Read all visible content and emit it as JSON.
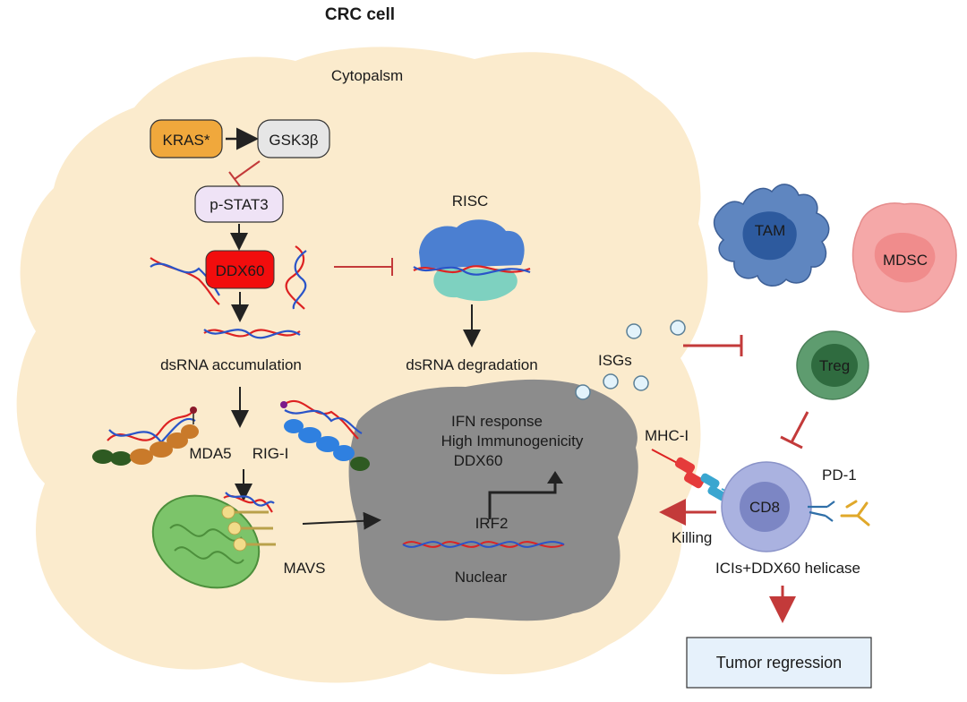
{
  "title": "CRC cell",
  "compartments": {
    "cytoplasm": "Cytopalsm",
    "nucleus": "Nuclear"
  },
  "nodes": {
    "kras": "KRAS*",
    "gsk3b": "GSK3β",
    "pstat3": "p-STAT3",
    "ddx60": "DDX60",
    "risc": "RISC",
    "tam": "TAM",
    "mdsc": "MDSC",
    "treg": "Treg",
    "cd8": "CD8"
  },
  "labels": {
    "dsrna_accumulation": "dsRNA accumulation",
    "dsrna_degradation": "dsRNA degradation",
    "isgs": "ISGs",
    "mda5": "MDA5",
    "rigi": "RIG-I",
    "mavs": "MAVS",
    "irf2": "IRF2",
    "ifn_line1": "IFN response",
    "ifn_line2": "High Immunogenicity",
    "ifn_line3": "DDX60",
    "mhc1": "MHC-I",
    "pd1": "PD-1",
    "killing": "Killing",
    "icis": "ICIs+DDX60 helicase"
  },
  "outcome": "Tumor regression",
  "colors": {
    "cell": "#fbebcd",
    "nucleus": "#8c8c8c",
    "kras": "#f0a83c",
    "gsk3b": "#e6e6e6",
    "pstat3": "#efe3f6",
    "ddx60": "#f20d0d",
    "risc_top": "#4b7fd1",
    "risc_bottom": "#7ed1c0",
    "tam": "#5f86c0",
    "mdsc": "#f5a8a8",
    "treg": "#5e9c6f",
    "cd8": "#aab2e0",
    "mito": "#7cc46a",
    "inhibit": "#c33a3a",
    "outcome_box": "#e6f1fb"
  }
}
